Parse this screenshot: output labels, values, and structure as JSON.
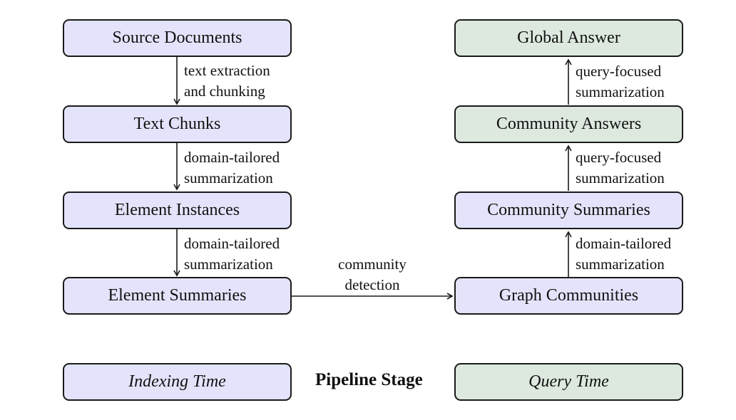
{
  "indexing_nodes": {
    "source_documents": "Source Documents",
    "text_chunks": "Text Chunks",
    "element_instances": "Element Instances",
    "element_summaries": "Element Summaries"
  },
  "query_nodes": {
    "global_answer": "Global Answer",
    "community_answers": "Community Answers",
    "community_summaries": "Community Summaries",
    "graph_communities": "Graph Communities"
  },
  "edges": {
    "docs_to_chunks": [
      "text extraction",
      "and chunking"
    ],
    "chunks_to_instances": [
      "domain-tailored",
      "summarization"
    ],
    "instances_to_summaries": [
      "domain-tailored",
      "summarization"
    ],
    "summaries_to_communities": [
      "community",
      "detection"
    ],
    "communities_to_comm_summaries": [
      "domain-tailored",
      "summarization"
    ],
    "comm_summaries_to_comm_answers": [
      "query-focused",
      "summarization"
    ],
    "comm_answers_to_global": [
      "query-focused",
      "summarization"
    ]
  },
  "legend": {
    "indexing_time": "Indexing Time",
    "pipeline_stage": "Pipeline Stage",
    "query_time": "Query Time"
  },
  "colors": {
    "indexing_fill": "#e3e4fb",
    "query_fill": "#dde9df",
    "stroke": "#1a1a1a"
  }
}
